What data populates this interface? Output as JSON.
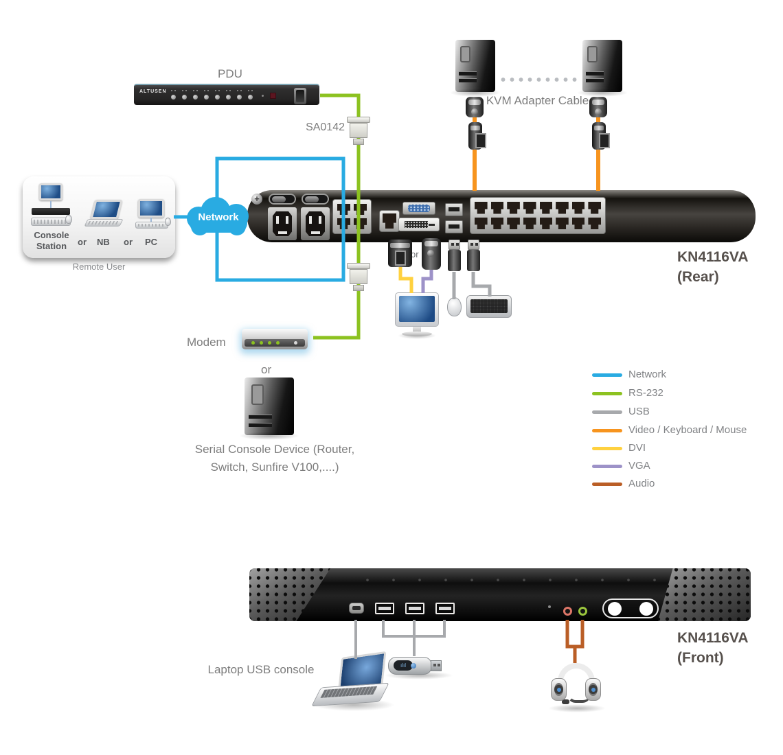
{
  "palette": {
    "network": "#29ABE2",
    "rs232": "#8CC220",
    "usb": "#A7A9AC",
    "video_kb_mouse": "#F7941E",
    "dvi": "#FFD13F",
    "vga": "#9D92C8",
    "audio": "#BA5E26"
  },
  "pdu": {
    "title": "PDU",
    "brand": "ALTUSEN"
  },
  "serial_adapter": {
    "label": "SA0142"
  },
  "remote_user": {
    "console_station": "Console Station",
    "or_1": "or",
    "nb": "NB",
    "or_2": "or",
    "pc": "PC",
    "caption": "Remote User"
  },
  "network_cloud": {
    "label": "Network"
  },
  "servers": {
    "kvm_adapter_cable": "KVM Adapter Cable"
  },
  "rear_unit": {
    "model": "KN4116VA",
    "view": "(Rear)"
  },
  "local_console": {
    "or": "or"
  },
  "serial_devices": {
    "modem": "Modem",
    "or": "or",
    "device": "Serial Console Device (Router, Switch, Sunfire V100,....)"
  },
  "legend": {
    "items": [
      {
        "label": "Network",
        "color": "#29ABE2"
      },
      {
        "label": "RS-232",
        "color": "#8CC220"
      },
      {
        "label": "USB",
        "color": "#A7A9AC"
      },
      {
        "label": "Video / Keyboard / Mouse",
        "color": "#F7941E"
      },
      {
        "label": "DVI",
        "color": "#FFD13F"
      },
      {
        "label": "VGA",
        "color": "#9D92C8"
      },
      {
        "label": "Audio",
        "color": "#BA5E26"
      }
    ]
  },
  "front_unit": {
    "model": "KN4116VA",
    "view": "(Front)",
    "laptop_label": "Laptop USB console"
  }
}
